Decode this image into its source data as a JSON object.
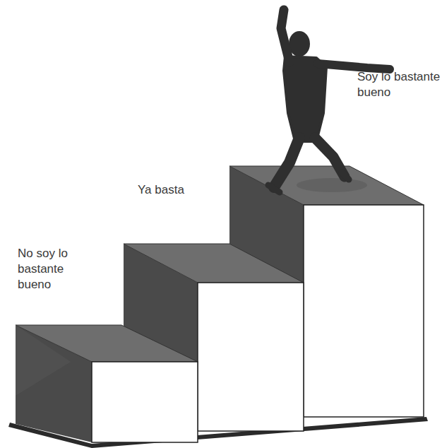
{
  "diagram": {
    "labels": [
      "No soy lo bastante bueno",
      "Ya basta",
      "Soy lo bastante bueno"
    ]
  }
}
